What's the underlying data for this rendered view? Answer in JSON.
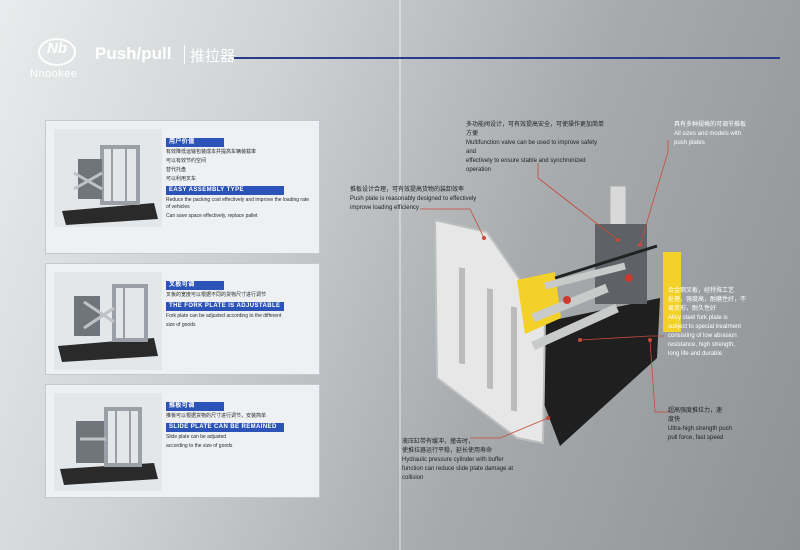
{
  "header": {
    "logo_mark": "Nb",
    "brand": "Nnookee",
    "title_en": "Push/pull",
    "title_cn": "推拉器"
  },
  "cards": [
    {
      "cn_tag": "用户价值",
      "cn_lines": [
        "有效降低运输包装成本并提高车辆装载率",
        "可以有效节约空间",
        "替代托盘",
        "可以利用叉车"
      ],
      "en_tag": "EASY ASSEMBLY TYPE",
      "en_lines": [
        "Reduce the packing cost effectively and improve the loading rate of vehicles",
        "Can save space effectively, replace pallet"
      ]
    },
    {
      "cn_tag": "叉板可调",
      "cn_lines": [
        "叉板的宽度可以根据不同的货物尺寸进行调节"
      ],
      "en_tag": "THE FORK PLATE IS ADJUSTABLE",
      "en_lines": [
        "Fork plate can be adjusted according to the different",
        "size of goods"
      ]
    },
    {
      "cn_tag": "推板可调",
      "cn_lines": [
        "推板可以根据货物的尺寸进行调节，安装简单"
      ],
      "en_tag": "SLIDE PLATE CAN BE REMAINED",
      "en_lines": [
        "Slide plate can be adjusted",
        "according to the size of goods"
      ]
    }
  ],
  "notes": {
    "top": {
      "cn": "多功能阀设计，可有效提高安全，可使操作更加简单方便",
      "en": [
        "Multifunction valve can be used to improve safety and",
        "effectively to ensure stable and synchronized operation"
      ]
    },
    "right_top": {
      "cn": "具有多种规格的可调节推板",
      "en": [
        "All sizes and models with",
        "push plates"
      ]
    },
    "left_mid": {
      "cn": "推板设计合理，可有效提高货物的装卸效率",
      "en": [
        "Push plate is reasonably designed to effectively",
        "improve loading efficiency"
      ]
    },
    "right_mid": {
      "cn": [
        "合金钢叉板，经特殊工艺",
        "处理，强度高，耐磨性好，不",
        "易变形，耐久性好"
      ],
      "en": [
        "Alloy steel fork plate is",
        "subject to special treatment",
        "consisting of low abrasion",
        "resistance, high strength,",
        "long life and durable"
      ]
    },
    "bottom_center": {
      "cn": [
        "液压缸带有缓冲，撞击时，",
        "使推拉器运行平稳，延长使用寿命"
      ],
      "en": [
        "Hydraulic pressure cylinder with buffer",
        "function can reduce slide plate damage at",
        "collision"
      ]
    },
    "right_bottom": {
      "cn": [
        "超高强度推拉力，速",
        "度快"
      ],
      "en": [
        "Ultra-high strength push",
        "pull force, fast speed"
      ]
    }
  }
}
